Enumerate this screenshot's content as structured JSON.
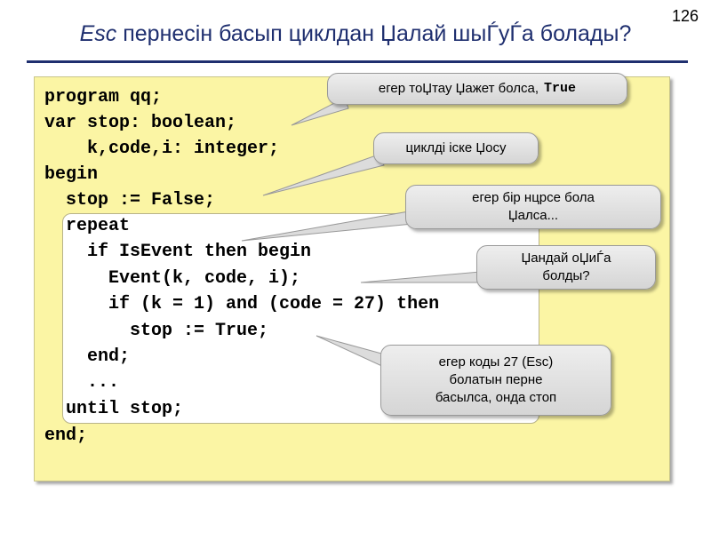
{
  "slide_number": "126",
  "title": {
    "keyword": "Esc",
    "rest": " пернесін басып циклдан Џалай шыЃуЃа болады?"
  },
  "code_lines": [
    "program qq;",
    "var stop: boolean;",
    "    k,code,i: integer;",
    "begin",
    "  stop := False;",
    "  repeat",
    "    if IsEvent then begin",
    "      Event(k, code, i);",
    "      if (k = 1) and (code = 27) then",
    "        stop := True;",
    "    end;",
    "    ...",
    "  until stop;",
    "end;"
  ],
  "callouts": {
    "c1_text": "егер тоЏтау Џажет болса,",
    "c1_code": "True",
    "c2": "циклді іске Џосу",
    "c3_line1": "егер бір нцрсе бола",
    "c3_line2": "Џалса...",
    "c4_line1": "Џандай оЏиЃа",
    "c4_line2": "болды?",
    "c5_line1": "егер коды 27 (Esc)",
    "c5_line2": "болатын перне",
    "c5_line3": "басылса, онда стоп"
  },
  "colors": {
    "title": "#1f2f6f",
    "panel": "#fbf5a4",
    "bubble": "#dddddd"
  }
}
